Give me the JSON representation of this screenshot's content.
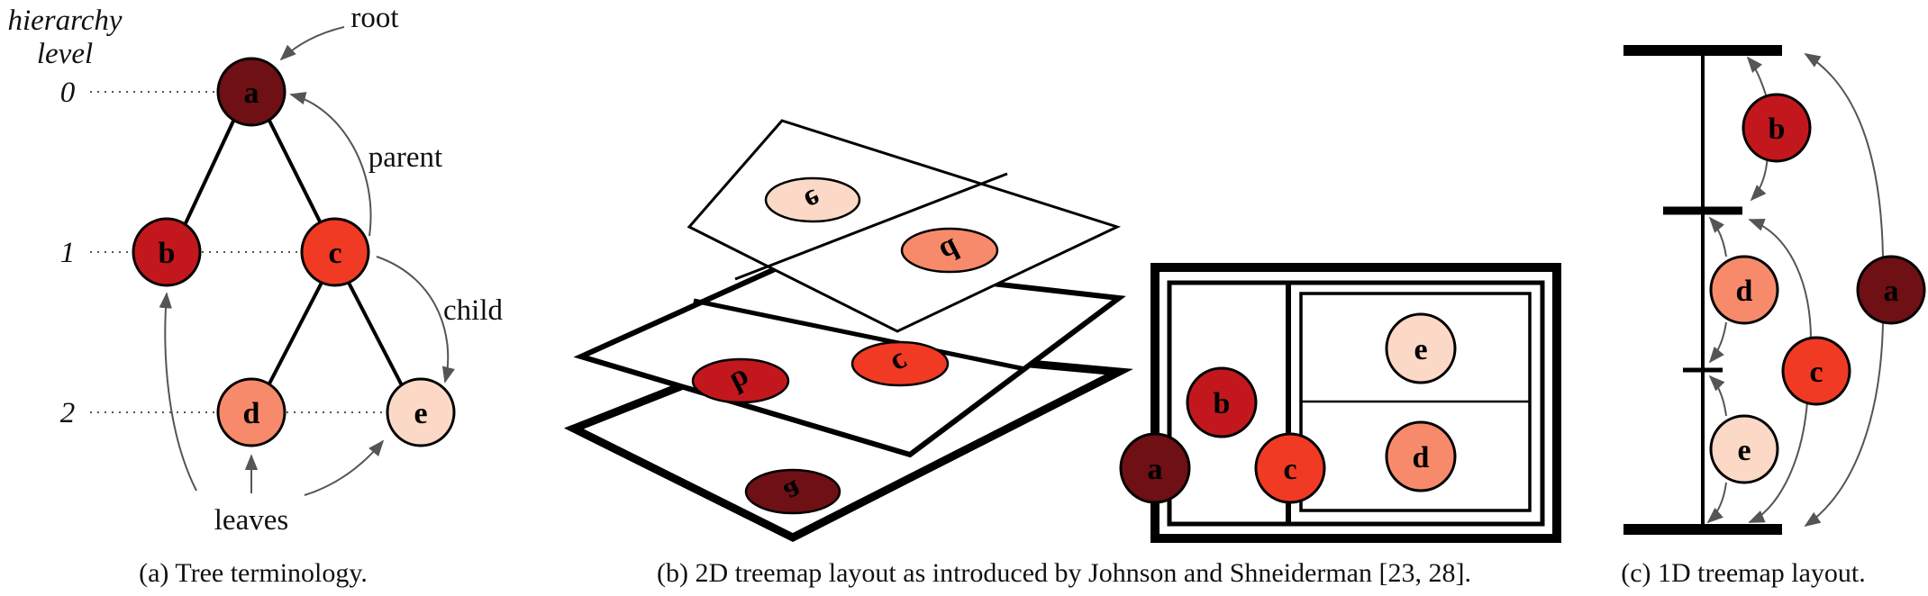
{
  "colors": {
    "a": "#6e1014",
    "b": "#c2181d",
    "c": "#f03a24",
    "d": "#f78a6b",
    "e": "#fcd8c6",
    "line": "#000000",
    "arrow": "#555555"
  },
  "panel_a": {
    "header_line1": "hierarchy",
    "header_line2": "level",
    "levels": [
      "0",
      "1",
      "2"
    ],
    "nodes": {
      "a": "a",
      "b": "b",
      "c": "c",
      "d": "d",
      "e": "e"
    },
    "root_label": "root",
    "parent_label": "parent",
    "child_label": "child",
    "leaves_label": "leaves",
    "caption": "(a) Tree terminology."
  },
  "panel_b": {
    "nodes": {
      "a": "a",
      "b": "b",
      "c": "c",
      "d": "d",
      "e": "e"
    },
    "caption": "(b) 2D treemap layout as introduced by Johnson and Shneiderman [23, 28]."
  },
  "panel_c": {
    "nodes": {
      "a": "a",
      "b": "b",
      "c": "c",
      "d": "d",
      "e": "e"
    },
    "caption": "(c) 1D treemap layout."
  }
}
